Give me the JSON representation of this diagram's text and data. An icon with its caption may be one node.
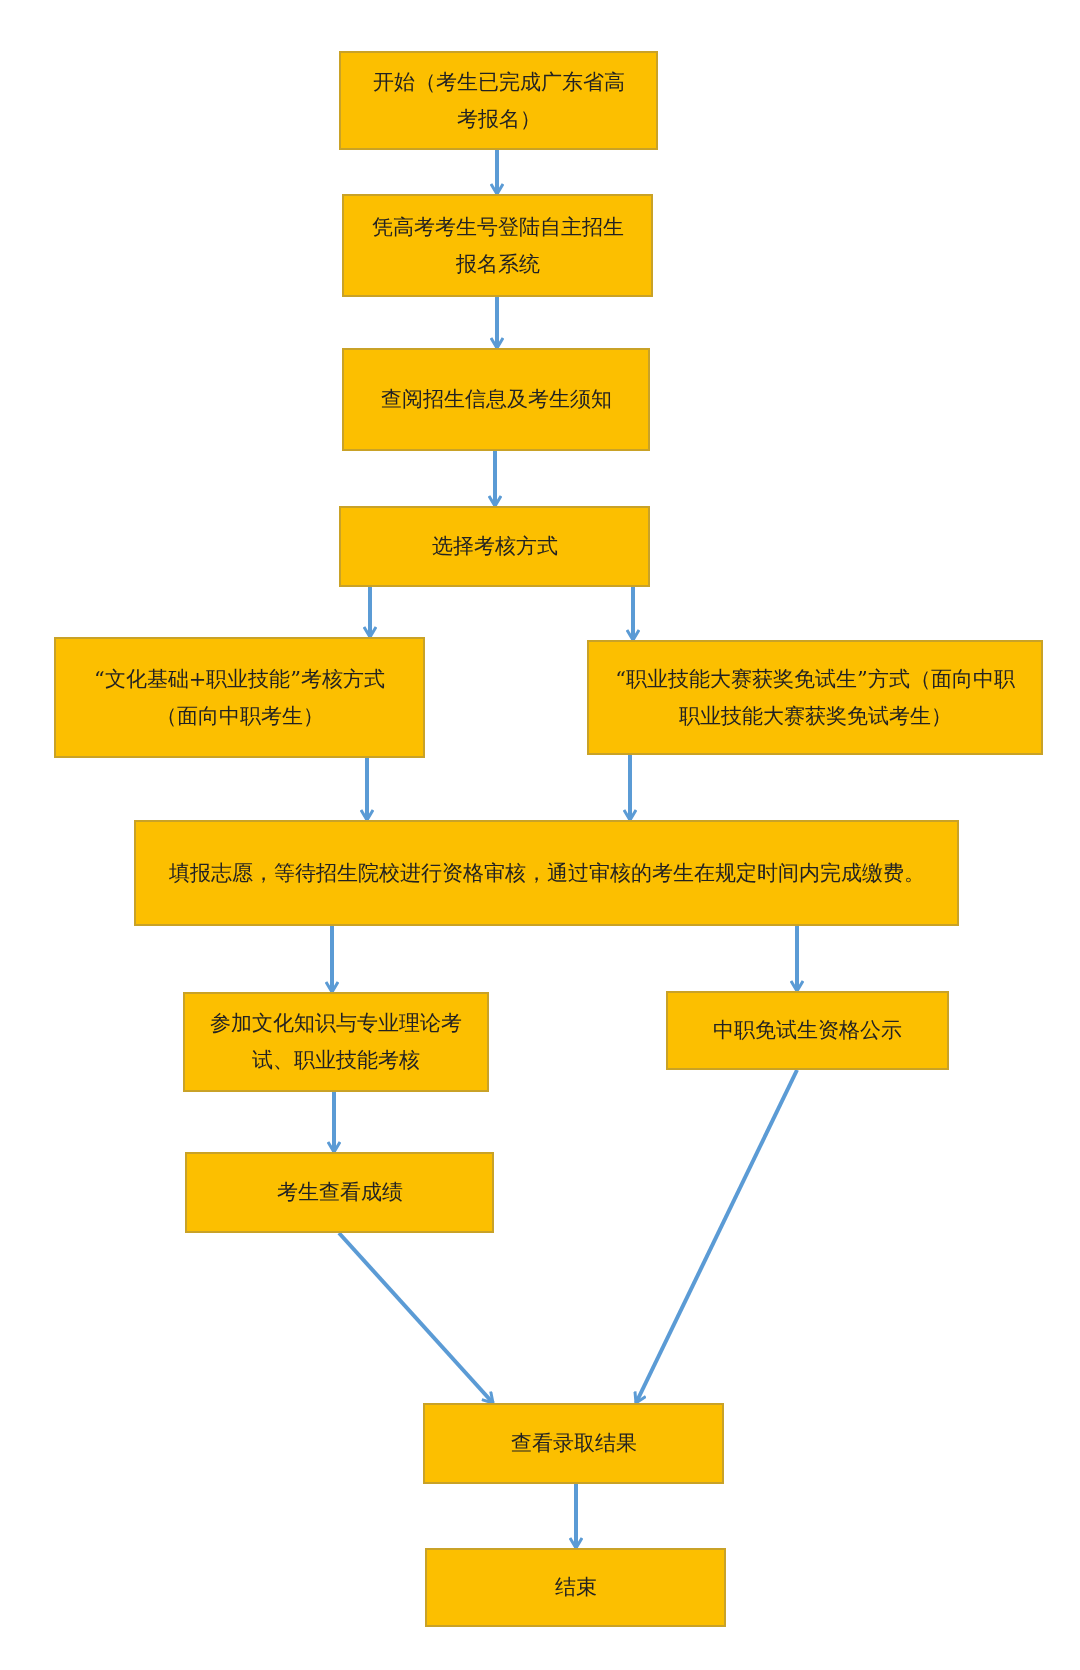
{
  "diagram": {
    "nodes": [
      {
        "text": [
          "开始（考生已完成广东省高考报名）"
        ]
      },
      {
        "text": [
          "凭高考考生号登陆自主招生报名系统"
        ]
      },
      {
        "text": [
          "查阅招生信息及考生须知"
        ]
      },
      {
        "text": [
          "选择考核方式"
        ]
      },
      {
        "text": [
          "“文化基础+职业技能”考核方式（面向中职考生）"
        ]
      },
      {
        "text": [
          "“职业技能大赛获奖免试生”方式（面向中职职业技能大赛获奖免试考生）"
        ]
      },
      {
        "text": [
          "填报志愿，等待招生院校进行资格审核，通过审核的考生在规定时间内完成缴费。"
        ]
      },
      {
        "text": [
          "参加文化知识与专业理论考试、职业技能考核"
        ]
      },
      {
        "text": [
          "中职免试生资格公示"
        ]
      },
      {
        "text": [
          "考生查看成绩"
        ]
      },
      {
        "text": [
          "查看录取结果"
        ]
      },
      {
        "text": [
          "结束"
        ]
      }
    ],
    "edges": [
      {
        "from": 0,
        "to": 1,
        "arrow": "to"
      },
      {
        "from": 1,
        "to": 2,
        "arrow": "to"
      },
      {
        "from": 2,
        "to": 3,
        "arrow": "to"
      },
      {
        "from": 3,
        "to": 4,
        "arrow": "to"
      },
      {
        "from": 3,
        "to": 5,
        "arrow": "to"
      },
      {
        "from": 4,
        "to": 6,
        "arrow": "to"
      },
      {
        "from": 5,
        "to": 6,
        "arrow": "to"
      },
      {
        "from": 6,
        "to": 7,
        "arrow": "to"
      },
      {
        "from": 6,
        "to": 8,
        "arrow": "to"
      },
      {
        "from": 7,
        "to": 9,
        "arrow": "to"
      },
      {
        "from": 9,
        "to": 10,
        "arrow": "to"
      },
      {
        "from": 8,
        "to": 10,
        "arrow": "to"
      },
      {
        "from": 10,
        "to": 11,
        "arrow": "to"
      }
    ]
  }
}
